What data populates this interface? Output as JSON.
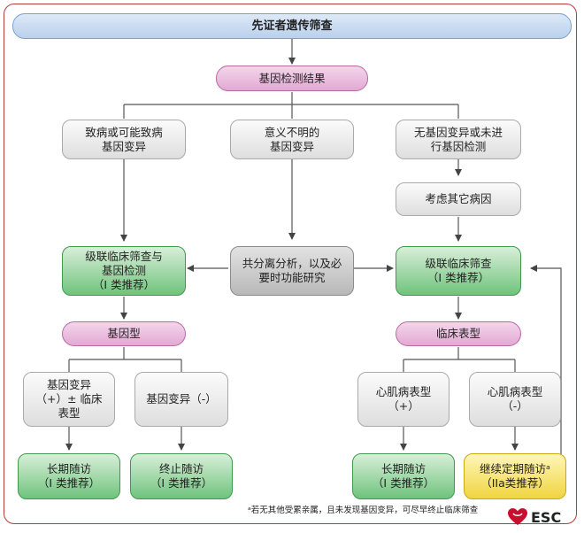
{
  "title": "先证者遗传筛查",
  "nodes": {
    "result": "基因检测结果",
    "pathogenic": "致病或可能致病\n基因变异",
    "vus": "意义不明的\n基因变异",
    "none": "无基因变异或未进\n行基因检测",
    "other_causes": "考虑其它病因",
    "cascade_gene": "级联临床筛查与\n基因检测\n（I 类推荐）",
    "segregation": "共分离分析，以及必\n要时功能研究",
    "cascade_clin": "级联临床筛查\n（I 类推荐）",
    "genotype": "基因型",
    "phenotype": "临床表型",
    "variant_pos": "基因变异\n（+）± 临床\n表型",
    "variant_neg": "基因变异（-）",
    "cmp_pos": "心肌病表型\n（+）",
    "cmp_neg": "心肌病表型\n（-）",
    "followup_left": "长期随访\n（I 类推荐）",
    "stop_followup": "终止随访\n（I 类推荐）",
    "followup_right": "长期随访\n（I 类推荐）",
    "continue_followup": "继续定期随访ᵃ\n（IIa类推荐）"
  },
  "footnote": "ᵃ若无其他受累亲属，且未发现基因变异，可尽早终止临床筛查",
  "logo_text": "ESC",
  "colors": {
    "frame": "#b23b3b",
    "title_box": "#b9d0ec",
    "pink_box": "#e3a9d3",
    "gray_box": "#dedede",
    "green_box": "#6fc37d",
    "yellow_box": "#f0d540",
    "logo_heart": "#c8102e"
  }
}
